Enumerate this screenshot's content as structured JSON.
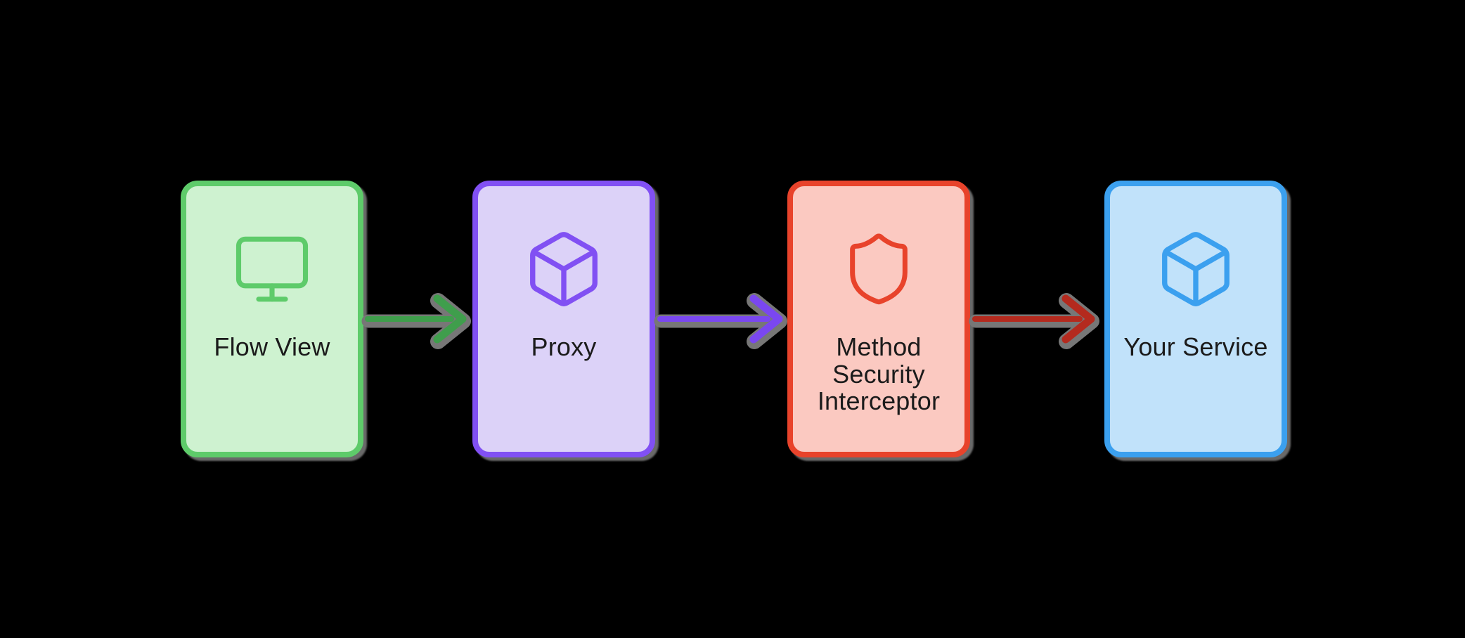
{
  "canvas": {
    "background": "#000000",
    "shadow_color": "#777777",
    "text_color": "#1b1b1b"
  },
  "nodes": [
    {
      "id": "flow-view",
      "label": "Flow View",
      "icon": "monitor-icon",
      "colors": {
        "border": "#5ECB6A",
        "fill": "#CEF2D0",
        "icon": "#5ECB6A"
      }
    },
    {
      "id": "proxy",
      "label": "Proxy",
      "icon": "box-icon",
      "colors": {
        "border": "#8150F3",
        "fill": "#DCD2F8",
        "icon": "#8150F3"
      }
    },
    {
      "id": "method-security-interceptor",
      "label": "Method Security Interceptor",
      "icon": "shield-icon",
      "colors": {
        "border": "#E8432B",
        "fill": "#FBC9C1",
        "icon": "#E8432B"
      }
    },
    {
      "id": "your-service",
      "label": "Your Service",
      "icon": "box-icon",
      "colors": {
        "border": "#3BA0EF",
        "fill": "#C1E2FA",
        "icon": "#3BA0EF"
      }
    }
  ],
  "arrows": [
    {
      "from": "flow-view",
      "to": "proxy",
      "color": "#3F9E4C"
    },
    {
      "from": "proxy",
      "to": "method-security-interceptor",
      "color": "#7A47F0"
    },
    {
      "from": "method-security-interceptor",
      "to": "your-service",
      "color": "#B42A1E"
    }
  ]
}
